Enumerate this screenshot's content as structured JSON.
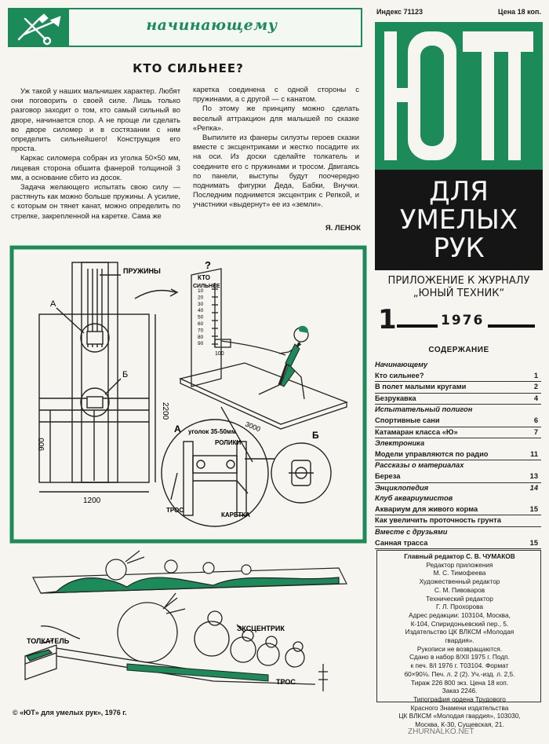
{
  "header": {
    "section_title": "начинающему",
    "index": "Индекс 71123",
    "price": "Цена 18 коп."
  },
  "article": {
    "title": "КТО СИЛЬНЕЕ?",
    "col1": [
      "Уж такой у наших мальчишек характер. Любят они поговорить о своей силе. Лишь только разговор заходит о том, кто самый сильный во дворе, начинается спор. А не проще ли сделать во дворе силомер и в состязании с ним определить сильнейшего! Конструкция его проста.",
      "Каркас силомера собран из уголка 50×50 мм, лицевая сторона обшита фанерой толщиной 3 мм, а основание сбито из досок.",
      "Задача желающего испытать свою силу — растянуть как можно больше пружины. А усилие, с которым он тянет канат, можно определить по стрелке, закрепленной на каретке. Сама же"
    ],
    "col2": [
      "каретка соединена с одной стороны с пружинами, а с другой — с канатом.",
      "По этому же принципу можно сделать веселый аттракцион для малышей по сказке «Репка».",
      "Выпилите из фанеры силуэты героев сказки вместе с эксцентриками и жестко посадите их на оси. Из доски сделайте толкатель и соедините его с пружинами и тросом. Двигаясь по панели, выступы будут поочередно поднимать фигурки Деда, Бабки, Внучки. Последним поднимется эксцентрик с Репкой, и участники «выдернут» ее из «земли»."
    ],
    "author": "Я. ЛЕНОК"
  },
  "cover": {
    "tagline": [
      "ДЛЯ",
      "УМЕЛЫХ",
      "РУК"
    ],
    "subtitle_line1": "ПРИЛОЖЕНИЕ К ЖУРНАЛУ",
    "subtitle_line2": "„ЮНЫЙ ТЕХНИК“",
    "issue_number": "1",
    "issue_year": "1976",
    "accent_color": "#1d8a5a"
  },
  "contents": {
    "heading": "СОДЕРЖАНИЕ",
    "rows": [
      {
        "type": "section",
        "title": "Начинающему",
        "page": ""
      },
      {
        "type": "item",
        "title": "Кто сильнее?",
        "page": "1"
      },
      {
        "type": "item",
        "title": "В полет малыми кругами",
        "page": "2"
      },
      {
        "type": "item",
        "title": "Безрукавка",
        "page": "4"
      },
      {
        "type": "section",
        "title": "Испытательный полигон",
        "page": ""
      },
      {
        "type": "item",
        "title": "Спортивные сани",
        "page": "6"
      },
      {
        "type": "item",
        "title": "Катамаран класса «Ю»",
        "page": "7"
      },
      {
        "type": "section",
        "title": "Электроника",
        "page": ""
      },
      {
        "type": "item",
        "title": "Модели управляются по радио",
        "page": "11"
      },
      {
        "type": "section",
        "title": "Рассказы о материалах",
        "page": ""
      },
      {
        "type": "item",
        "title": "Береза",
        "page": "13"
      },
      {
        "type": "section",
        "title": "Энциклопедия",
        "page": "14"
      },
      {
        "type": "section",
        "title": "Клуб аквариумистов",
        "page": ""
      },
      {
        "type": "item",
        "title": "Аквариум для живого корма",
        "page": "15"
      },
      {
        "type": "item",
        "title": "Как увеличить проточность грунта",
        "page": ""
      },
      {
        "type": "section",
        "title": "Вместе с друзьями",
        "page": ""
      },
      {
        "type": "item",
        "title": "Санная трасса",
        "page": "15"
      }
    ]
  },
  "imprint": [
    "Главный редактор С. В. ЧУМАКОВ",
    "Редактор приложения",
    "М. С. Тимофеева",
    "Художественный редактор",
    "С. М. Пивоваров",
    "Технический редактор",
    "Г. Л. Прохорова",
    "Адрес редакции: 103104, Москва,",
    "К-104, Спиридоньевский пер., 5.",
    "Издательство ЦК ВЛКСМ «Молодая",
    "гвардия».",
    "Рукописи не возвращаются.",
    "Сдано в набор 8/XII 1975 г. Подп.",
    "к печ. 8/I 1976 г. Т03104. Формат",
    "60×90⅛. Печ. л. 2 (2). Уч.-изд. л. 2,5.",
    "Тираж 226 800 экз. Цена 18 коп.",
    "Заказ 2246.",
    "Типография ордена Трудового",
    "Красного Знамени издательства",
    "ЦК ВЛКСМ «Молодая гвардия», 103030,",
    "Москва, К-30, Сущевская, 21."
  ],
  "diagram": {
    "label_springs": "ПРУЖИНЫ",
    "label_a": "А",
    "label_b": "Б",
    "dim_2200": "2200",
    "dim_900": "900",
    "dim_1200": "1200",
    "dim_3000": "3000",
    "dim_100": "100",
    "board_question": "?",
    "board_title1": "КТО",
    "board_title2": "СИЛЬНЕЕ",
    "scale_values": [
      "10",
      "20",
      "30",
      "40",
      "50",
      "60",
      "70",
      "80",
      "90"
    ],
    "detail_a_label": "А",
    "detail_b_label": "Б",
    "label_angle": "уголок 35-50мм",
    "label_rollers": "РОЛИКИ",
    "label_rope": "ТРОС",
    "label_carriage": "КАРЕТКА",
    "label_eccentric": "ЭКСЦЕНТРИК",
    "label_pusher": "ТОЛКАТЕЛЬ",
    "label_rope2": "ТРОС"
  },
  "footer": "© «ЮТ» для умелых рук», 1976 г.",
  "watermark": "ZHURNALKO.NET"
}
